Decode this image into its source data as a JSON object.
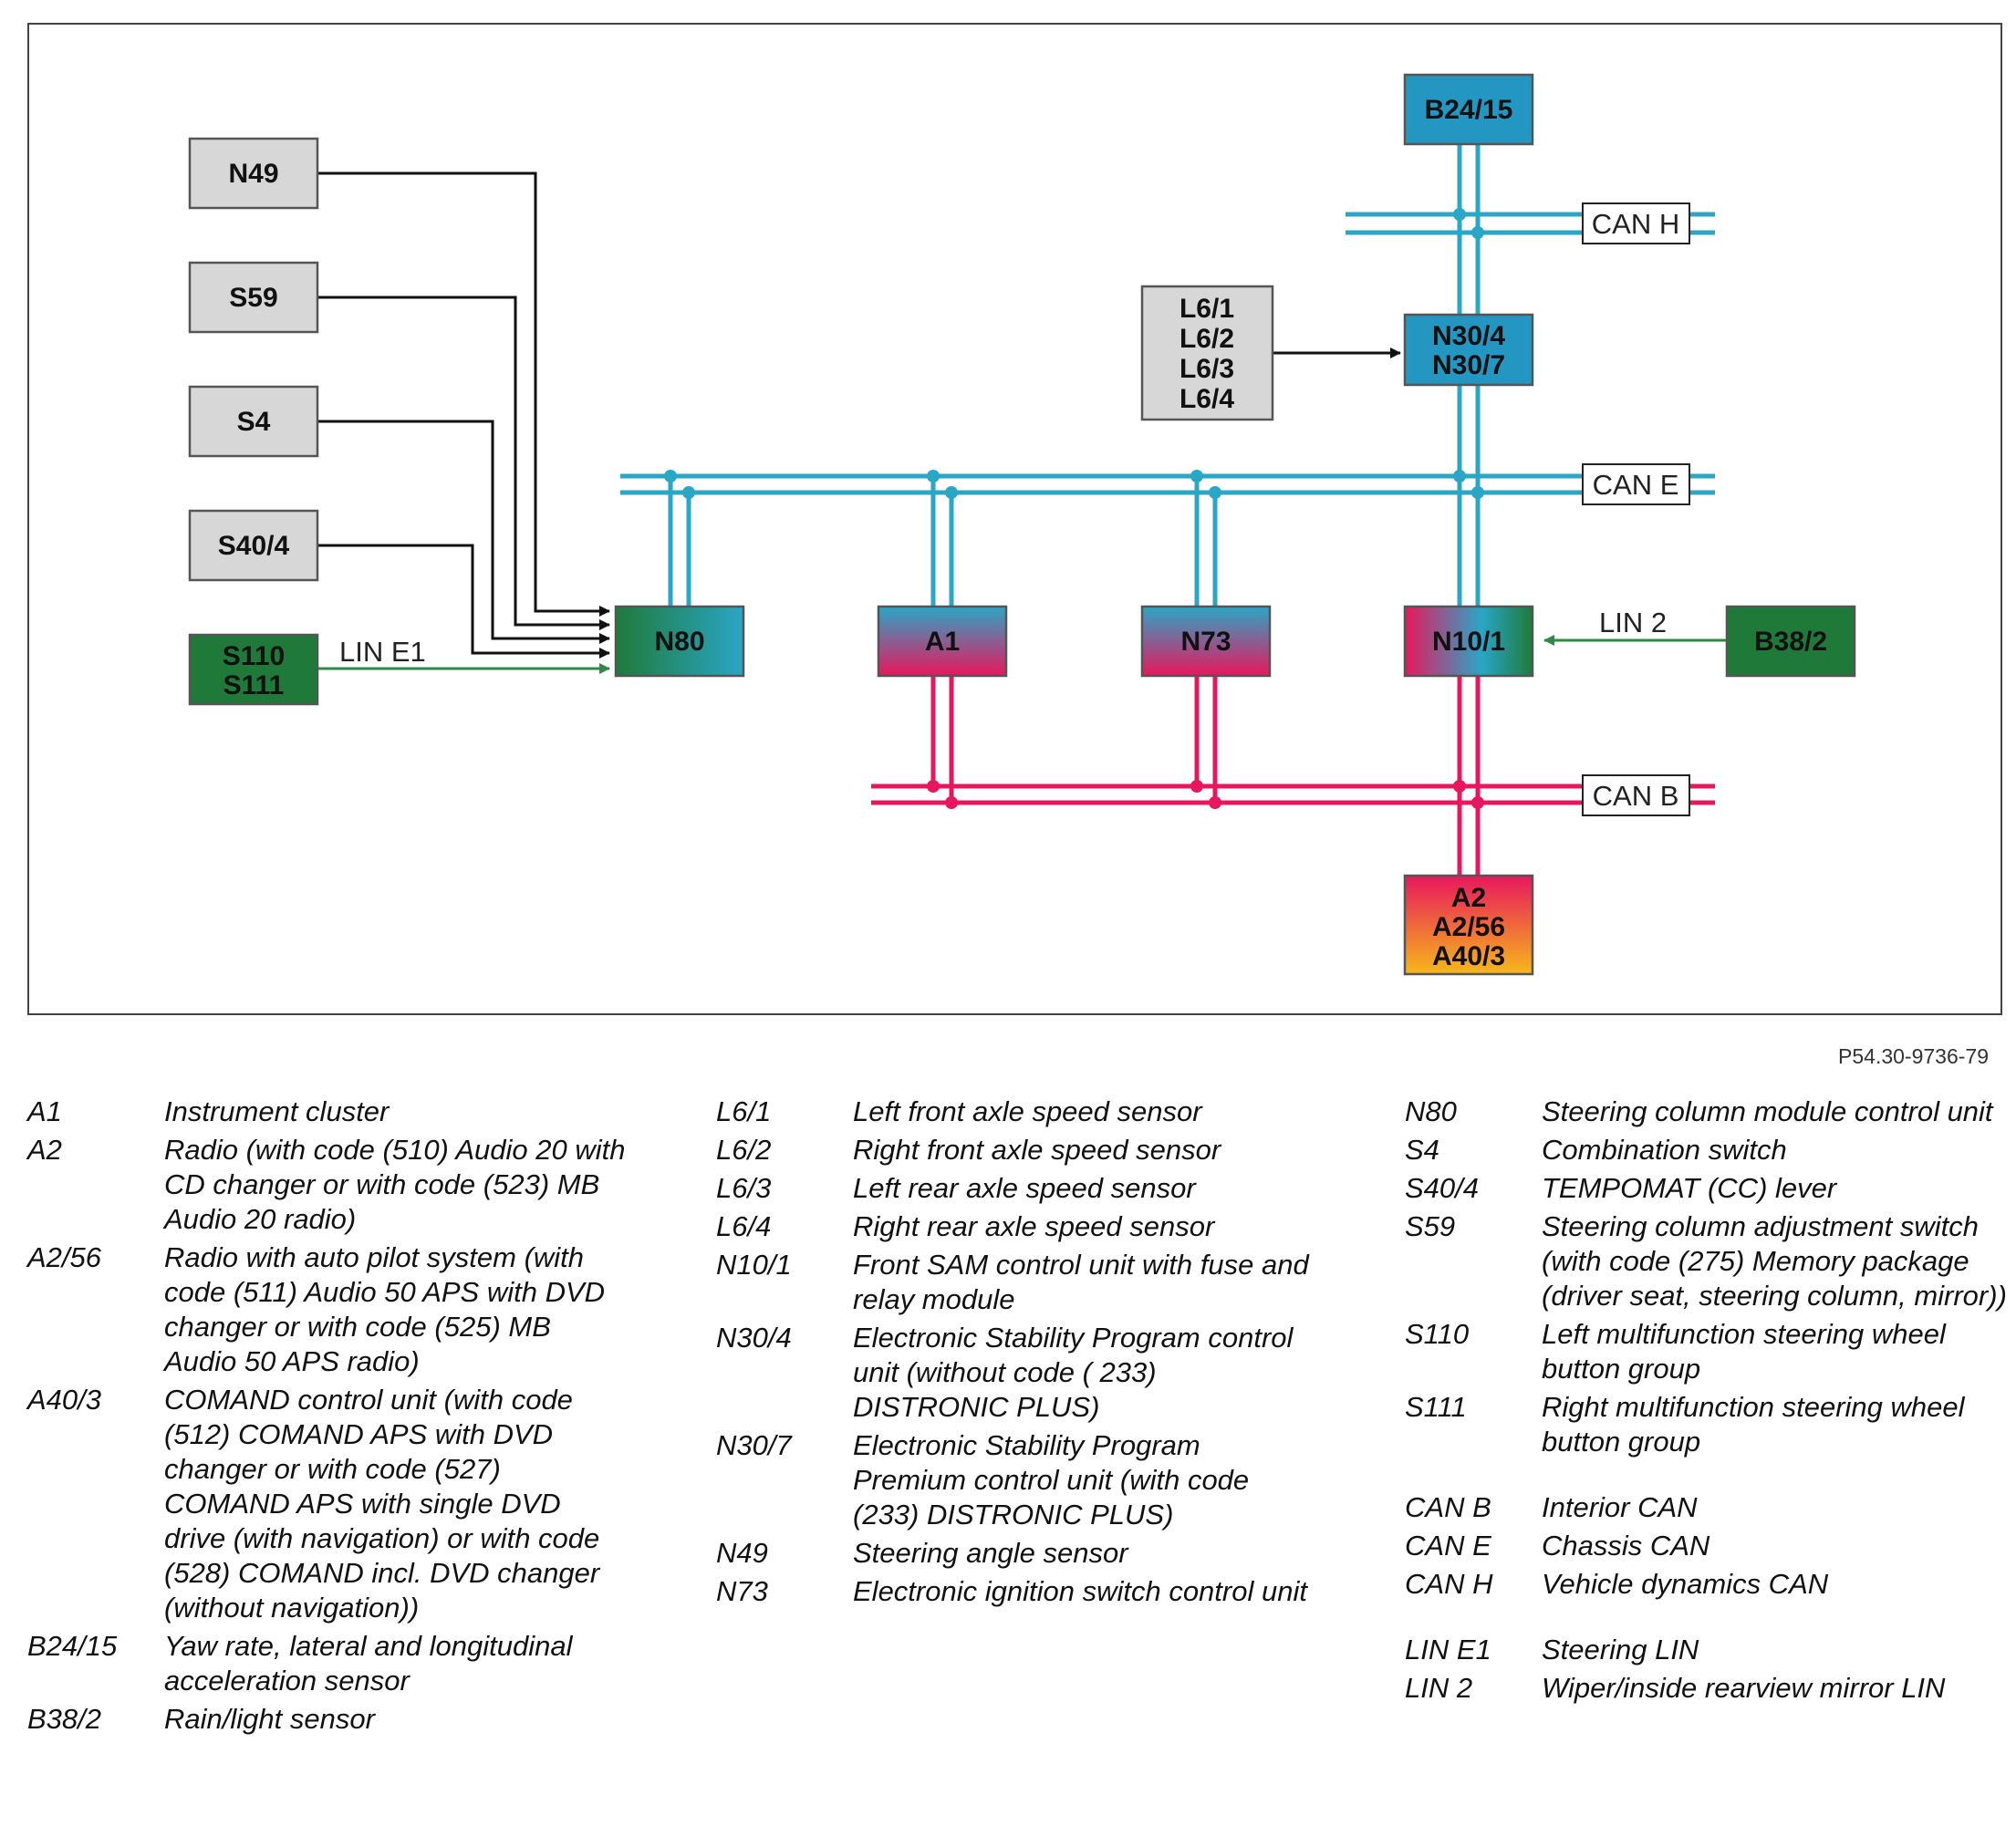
{
  "colors": {
    "can_e": "#2aa6c6",
    "can_h": "#2aa6c6",
    "can_b": "#e8175d",
    "lin": "#2f8a45",
    "box_gray": "#d7d7d7",
    "box_green": "#1f7a3a",
    "box_blue": "#2496c2"
  },
  "boxes": {
    "n49": "N49",
    "s59": "S59",
    "s4": "S4",
    "s40_4": "S40/4",
    "s110": "S110",
    "s111": "S111",
    "n80": "N80",
    "a1": "A1",
    "n73": "N73",
    "n10_1": "N10/1",
    "b38_2": "B38/2",
    "b24_15": "B24/15",
    "n30_4": "N30/4",
    "n30_7": "N30/7",
    "l6_1": "L6/1",
    "l6_2": "L6/2",
    "l6_3": "L6/3",
    "l6_4": "L6/4",
    "a2": "A2",
    "a2_56": "A2/56",
    "a40_3": "A40/3"
  },
  "buses": {
    "can_h": "CAN H",
    "can_e": "CAN E",
    "can_b": "CAN B",
    "lin_e1": "LIN E1",
    "lin_2": "LIN 2"
  },
  "figure_ref": "P54.30-9736-79",
  "legend": {
    "col1": [
      {
        "code": "A1",
        "desc": "Instrument cluster"
      },
      {
        "code": "A2",
        "desc": "Radio (with code (510) Audio 20 with CD changer or with code (523) MB Audio 20 radio)"
      },
      {
        "code": "A2/56",
        "desc": "Radio with auto pilot system (with code (511) Audio 50 APS with DVD changer or with code (525) MB Audio 50 APS radio)"
      },
      {
        "code": "A40/3",
        "desc": "COMAND control unit (with code (512) COMAND APS with DVD changer or with code (527) COMAND APS with single DVD drive (with navigation) or with code (528) COMAND incl. DVD changer (without navigation))"
      },
      {
        "code": "B24/15",
        "desc": "Yaw rate, lateral and longitudinal acceleration sensor"
      },
      {
        "code": "B38/2",
        "desc": "Rain/light sensor"
      }
    ],
    "col2": [
      {
        "code": "L6/1",
        "desc": "Left front axle speed sensor"
      },
      {
        "code": "L6/2",
        "desc": "Right front axle speed sensor"
      },
      {
        "code": "L6/3",
        "desc": "Left rear axle speed sensor"
      },
      {
        "code": "L6/4",
        "desc": "Right rear axle speed sensor"
      },
      {
        "code": "N10/1",
        "desc": "Front SAM control unit with fuse and relay module"
      },
      {
        "code": "N30/4",
        "desc": "Electronic Stability Program control unit (without code ( 233) DISTRONIC PLUS)"
      },
      {
        "code": "N30/7",
        "desc": "Electronic Stability Program Premium control unit (with code (233) DISTRONIC PLUS)"
      },
      {
        "code": "N49",
        "desc": "Steering angle sensor"
      },
      {
        "code": "N73",
        "desc": "Electronic ignition switch control unit"
      }
    ],
    "col3": [
      {
        "code": "N80",
        "desc": "Steering column module control unit"
      },
      {
        "code": "S4",
        "desc": "Combination switch"
      },
      {
        "code": "S40/4",
        "desc": "TEMPOMAT (CC) lever"
      },
      {
        "code": "S59",
        "desc": "Steering column adjustment switch (with code (275) Memory package (driver seat, steering column, mirror))"
      },
      {
        "code": "S110",
        "desc": "Left multifunction steering wheel button group"
      },
      {
        "code": "S111",
        "desc": "Right multifunction steering wheel button group"
      },
      {
        "code": "CAN B",
        "desc": "Interior CAN"
      },
      {
        "code": "CAN E",
        "desc": "Chassis CAN"
      },
      {
        "code": "CAN H",
        "desc": "Vehicle dynamics CAN"
      },
      {
        "code": "LIN E1",
        "desc": "Steering LIN"
      },
      {
        "code": "LIN 2",
        "desc": "Wiper/inside rearview mirror LIN"
      }
    ]
  }
}
